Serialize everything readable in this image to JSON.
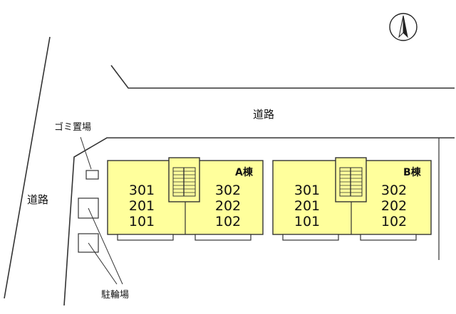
{
  "colors": {
    "building_fill": "#ffff9c",
    "line": "#333333",
    "background": "#ffffff"
  },
  "labels": {
    "road_top": "道路",
    "road_left": "道路",
    "garbage": "ゴミ置場",
    "bicycle": "駐輪場"
  },
  "compass": {
    "icon": "north-arrow-icon"
  },
  "buildings": [
    {
      "name": "A棟",
      "units_left": [
        "301",
        "201",
        "101"
      ],
      "units_right": [
        "302",
        "202",
        "102"
      ]
    },
    {
      "name": "B棟",
      "units_left": [
        "301",
        "201",
        "101"
      ],
      "units_right": [
        "302",
        "202",
        "102"
      ]
    }
  ]
}
